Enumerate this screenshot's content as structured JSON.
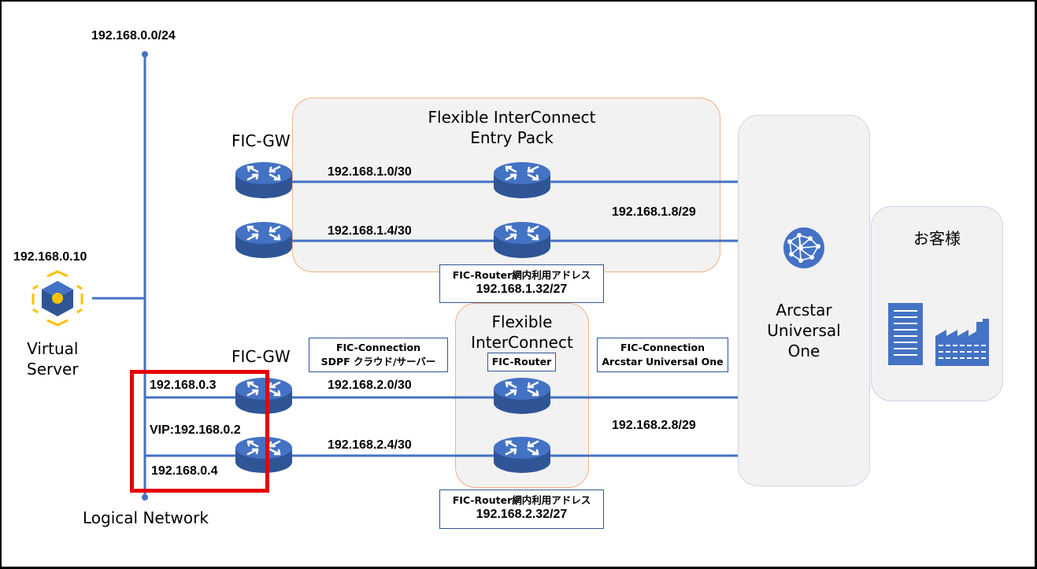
{
  "top_network": "192.168.0.0/24",
  "logical_network_label": "Logical Network",
  "virtual_server": {
    "ip": "192.168.0.10",
    "label": "Virtual\nServer"
  },
  "fic_entry_pack": {
    "title": "Flexible InterConnect\nEntry Pack",
    "gw_label": "FIC-GW",
    "link1": "192.168.1.0/30",
    "link2": "192.168.1.4/30",
    "aruo_net": "192.168.1.8/29",
    "router_internal": {
      "title": "FIC-Router網内利用アドレス",
      "addr": "192.168.1.32/27"
    }
  },
  "fic": {
    "title": "Flexible\nInterConnect",
    "gw_label": "FIC-GW",
    "router_label": "FIC-Router",
    "conn_left": {
      "line1": "FIC-Connection",
      "line2": "SDPF クラウド/サーバー"
    },
    "conn_right": {
      "line1": "FIC-Connection",
      "line2": "Arcstar Universal One"
    },
    "link1": "192.168.2.0/30",
    "link2": "192.168.2.4/30",
    "aruo_net": "192.168.2.8/29",
    "gw1_ip": "192.168.0.3",
    "vip": "VIP:192.168.0.2",
    "gw2_ip": "192.168.0.4",
    "router_internal": {
      "title": "FIC-Router網内利用アドレス",
      "addr": "192.168.2.32/27"
    }
  },
  "arcstar": {
    "label": "Arcstar\nUniversal\nOne"
  },
  "customer": {
    "label": "お客様"
  },
  "colors": {
    "line": "#4472c4",
    "router": "#4472c4",
    "highlight": "#e60000",
    "box_fill": "#f2f2f2",
    "box_border_orange": "#f4b183",
    "server_icon": "#ffc000",
    "customer_icons": "#4472c4"
  }
}
